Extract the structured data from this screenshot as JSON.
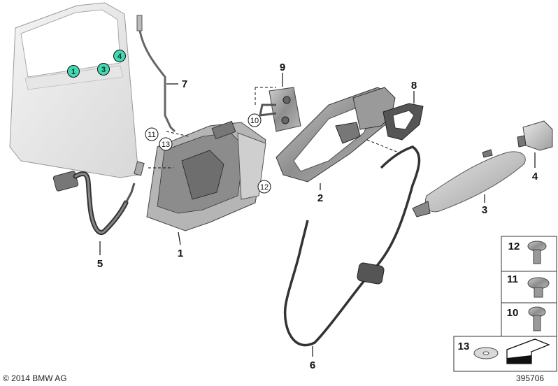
{
  "diagram": {
    "callouts": {
      "c1": "1",
      "c2": "2",
      "c3": "3",
      "c4": "4",
      "c5": "5",
      "c6": "6",
      "c7": "7",
      "c8": "8",
      "c9": "9",
      "c10": "10",
      "c11": "11",
      "c12": "12",
      "c13": "13"
    },
    "door_markers": [
      "1",
      "3",
      "4"
    ],
    "fastener_table": {
      "rows": [
        "12",
        "11",
        "10"
      ],
      "washer": "13"
    },
    "copyright": "© 2014 BMW AG",
    "image_number": "395706"
  },
  "colors": {
    "marker_fill": "#40d9b0",
    "part_gray": "#9a9a9a"
  }
}
